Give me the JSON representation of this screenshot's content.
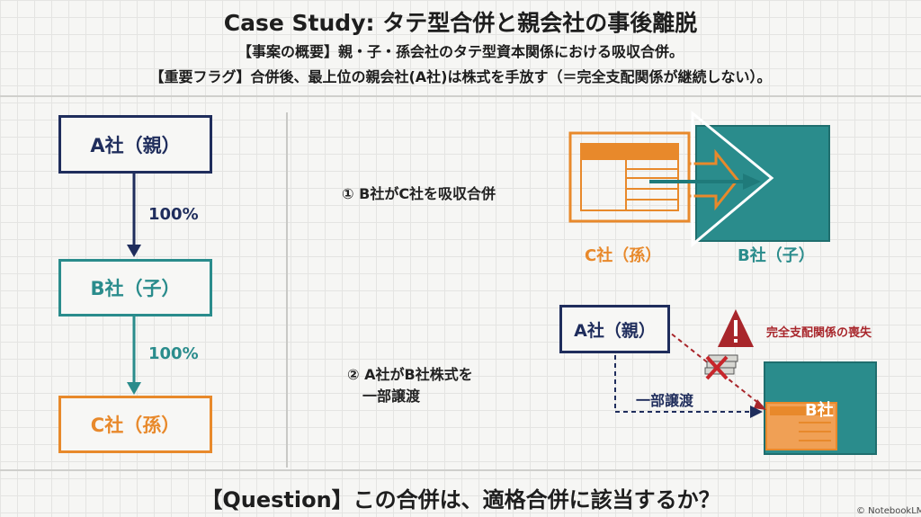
{
  "header": {
    "title": "Case Study: タテ型合併と親会社の事後離脱",
    "line1": "【事案の概要】親・子・孫会社のタテ型資本関係における吸収合併。",
    "line2": "【重要フラグ】合併後、最上位の親会社(A社)は株式を手放す（＝完全支配関係が継続しない）。"
  },
  "hierarchy": {
    "a_label": "A社（親）",
    "b_label": "B社（子）",
    "c_label": "C社（孫）",
    "ab_pct": "100%",
    "bc_pct": "100%"
  },
  "step1": {
    "label": "① B社がC社を吸収合併",
    "c_caption": "C社（孫）",
    "b_caption": "B社（子）"
  },
  "step2": {
    "label_line1": "② A社がB社株式を",
    "label_line2": "一部譲渡",
    "a_label": "A社（親）",
    "transfer_label": "一部譲渡",
    "warning": "完全支配関係の喪失",
    "b_label": "B社"
  },
  "question": "【Question】この合併は、適格合併に該当するか？",
  "footer": "© NotebookLM",
  "colors": {
    "navy": "#1f2d5c",
    "teal": "#2a8c8c",
    "orange": "#e8892b",
    "warning_red": "#a8262b"
  }
}
